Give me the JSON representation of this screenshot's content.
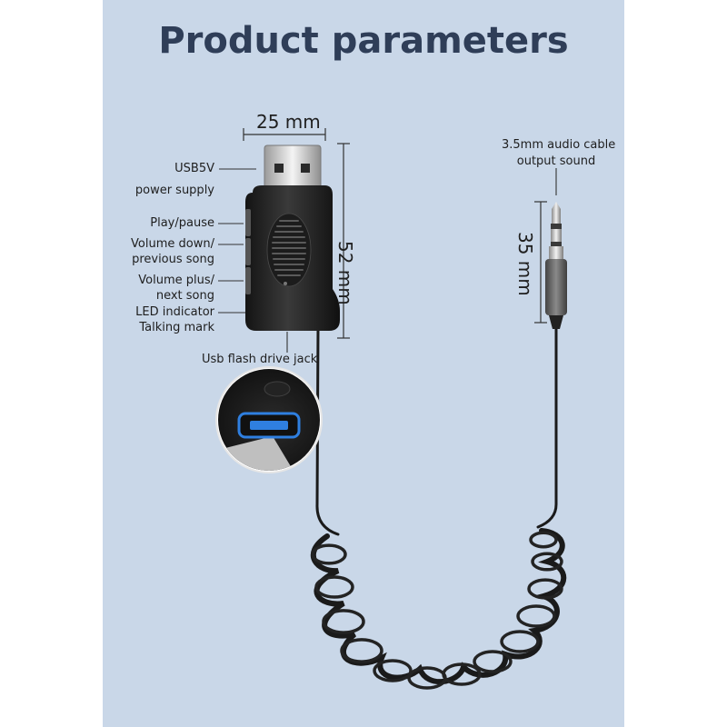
{
  "title": "Product parameters",
  "dimensions": {
    "width": "25 mm",
    "height": "52 mm",
    "jack_length": "35 mm"
  },
  "labels": {
    "usb_power_1": "USB5V",
    "usb_power_2": "power supply",
    "play_pause": "Play/pause",
    "volume_down_1": "Volume down/",
    "volume_down_2": "previous song",
    "volume_up_1": "Volume plus/",
    "volume_up_2": "next song",
    "led_1": "LED indicator",
    "led_2": "Talking mark",
    "usb_jack": "Usb flash drive jack",
    "audio_cable_1": "3.5mm audio cable",
    "audio_cable_2": "output sound"
  },
  "colors": {
    "panel": "#c9d7e8",
    "title": "#2f3e58",
    "port_accent": "#2f7fe0"
  }
}
